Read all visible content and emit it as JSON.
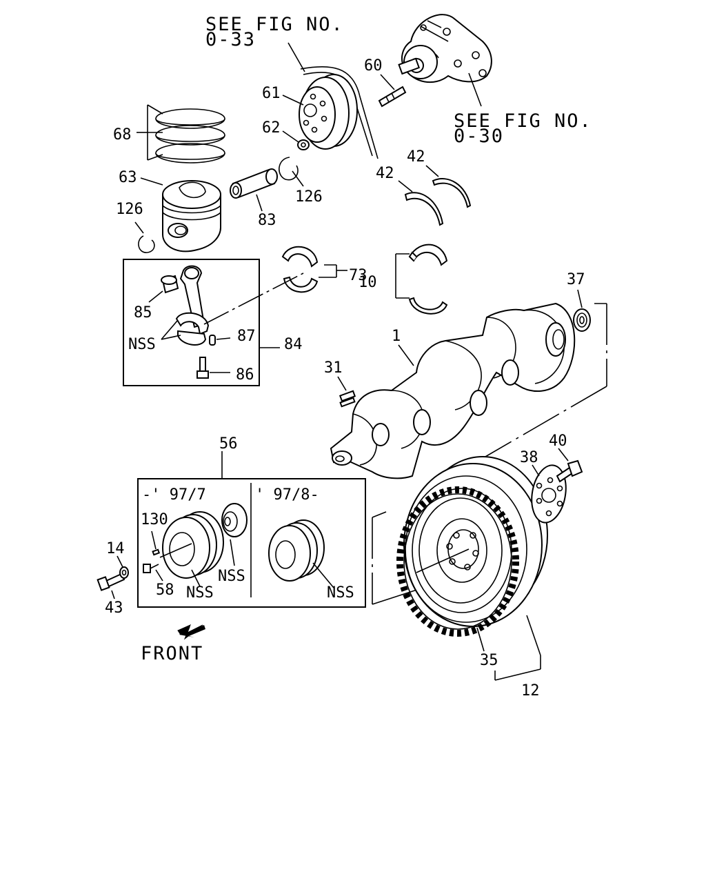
{
  "references": {
    "fig_033_line1": "SEE FIG NO.",
    "fig_033_line2": "0-33",
    "fig_030_line1": "SEE FIG NO.",
    "fig_030_line2": "0-30"
  },
  "callouts": {
    "n1": "1",
    "n10": "10",
    "n12": "12",
    "n14": "14",
    "n31": "31",
    "n35": "35",
    "n37": "37",
    "n38": "38",
    "n40": "40",
    "n42a": "42",
    "n42b": "42",
    "n43": "43",
    "n56": "56",
    "n58": "58",
    "n60": "60",
    "n61": "61",
    "n62": "62",
    "n63": "63",
    "n68": "68",
    "n73": "73",
    "n83": "83",
    "n84": "84",
    "n85": "85",
    "n86": "86",
    "n87": "87",
    "n126a": "126",
    "n126b": "126",
    "n130": "130"
  },
  "nss_labels": {
    "rod": "NSS",
    "pulley_a": "NSS",
    "hub_a": "NSS",
    "pulley_b": "NSS"
  },
  "date_ranges": {
    "until": "-' 97/7",
    "from": "' 97/8-"
  },
  "direction": {
    "label": "FRONT"
  }
}
